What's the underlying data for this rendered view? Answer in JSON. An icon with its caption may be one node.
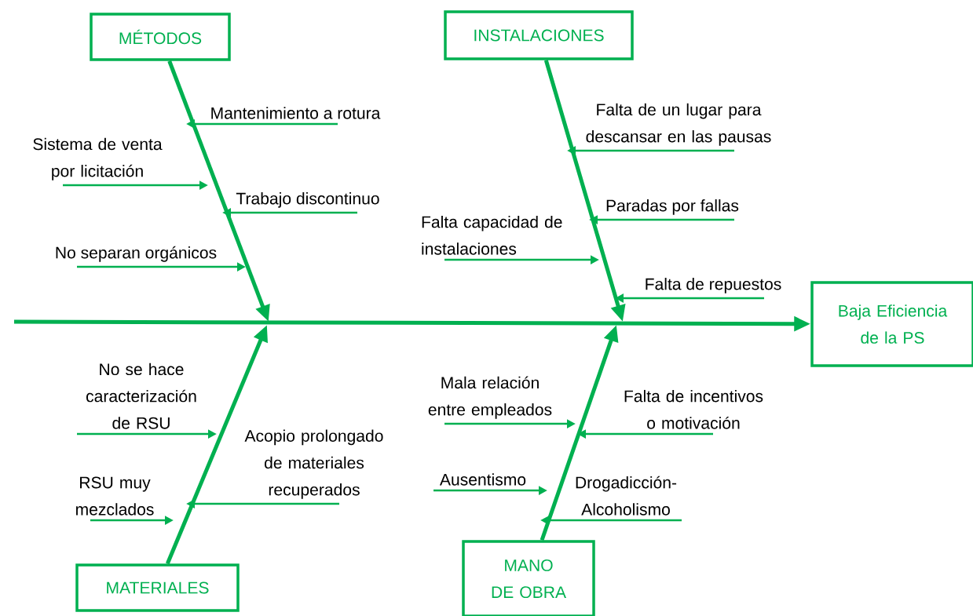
{
  "diagram": {
    "nodes": [
      {
        "text": [
          "MÉTODOS"
        ]
      },
      {
        "text": [
          "INSTALACIONES"
        ]
      },
      {
        "text": [
          "MATERIALES"
        ]
      },
      {
        "text": [
          "MANO DE OBRA"
        ]
      },
      {
        "text": [
          "Baja Eficiencia de la PS"
        ]
      },
      {
        "text": [
          "Mantenimiento a rotura"
        ]
      },
      {
        "text": [
          "Sistema de venta por licitación"
        ]
      },
      {
        "text": [
          "Trabajo discontinuo"
        ]
      },
      {
        "text": [
          "No separan orgánicos"
        ]
      },
      {
        "text": [
          "Falta de un lugar para descansar en las pausas"
        ]
      },
      {
        "text": [
          "Paradas por fallas"
        ]
      },
      {
        "text": [
          "Falta capacidad de instalaciones"
        ]
      },
      {
        "text": [
          "Falta de repuestos"
        ]
      },
      {
        "text": [
          "No se hace caracterización de RSU"
        ]
      },
      {
        "text": [
          "Acopio prolongado de materiales recuperados"
        ]
      },
      {
        "text": [
          "RSU muy mezclados"
        ]
      },
      {
        "text": [
          "Mala relación entre empleados"
        ]
      },
      {
        "text": [
          "Falta de incentivos o motivación"
        ]
      },
      {
        "text": [
          "Ausentismo"
        ]
      },
      {
        "text": [
          "Drogadicción-Alcoholismo"
        ]
      }
    ],
    "edges": [
      {
        "from": 5,
        "to": null,
        "arrow": "to"
      },
      {
        "from": 6,
        "to": null,
        "arrow": "to"
      },
      {
        "from": 7,
        "to": null,
        "arrow": "to"
      },
      {
        "from": 8,
        "to": null,
        "arrow": "to"
      },
      {
        "from": 9,
        "to": null,
        "arrow": "to"
      },
      {
        "from": 10,
        "to": null,
        "arrow": "to"
      },
      {
        "from": 11,
        "to": null,
        "arrow": "to"
      },
      {
        "from": 12,
        "to": null,
        "arrow": "to"
      },
      {
        "from": 13,
        "to": null,
        "arrow": "to"
      },
      {
        "from": 14,
        "to": null,
        "arrow": "to"
      },
      {
        "from": 15,
        "to": null,
        "arrow": "to"
      },
      {
        "from": 16,
        "to": null,
        "arrow": "to"
      },
      {
        "from": 17,
        "to": null,
        "arrow": "to"
      },
      {
        "from": 18,
        "to": null,
        "arrow": "to"
      },
      {
        "from": 19,
        "to": null,
        "arrow": "to"
      },
      {
        "from": 0,
        "to": null,
        "arrow": "to",
        "style": "thick"
      },
      {
        "from": 1,
        "to": null,
        "arrow": "to",
        "style": "thick"
      },
      {
        "from": 2,
        "to": null,
        "arrow": "to",
        "style": "thick"
      },
      {
        "from": 3,
        "to": null,
        "arrow": "to",
        "style": "thick"
      },
      {
        "from": null,
        "to": 4,
        "arrow": "to",
        "style": "thick"
      }
    ]
  }
}
